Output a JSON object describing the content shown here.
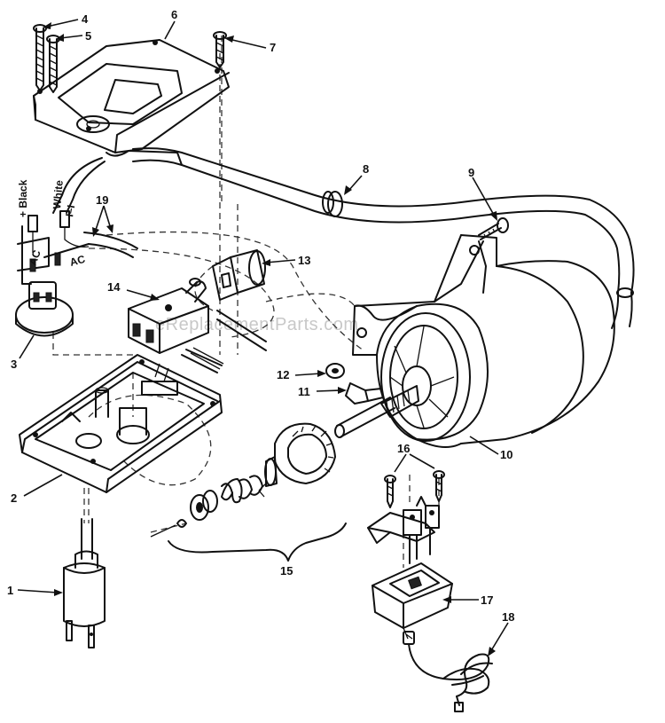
{
  "watermark": "eReplacementParts.com",
  "callouts": [
    {
      "id": "1",
      "label": "1"
    },
    {
      "id": "2",
      "label": "2"
    },
    {
      "id": "3",
      "label": "3"
    },
    {
      "id": "4",
      "label": "4"
    },
    {
      "id": "5",
      "label": "5"
    },
    {
      "id": "6",
      "label": "6"
    },
    {
      "id": "7",
      "label": "7"
    },
    {
      "id": "8",
      "label": "8"
    },
    {
      "id": "9",
      "label": "9"
    },
    {
      "id": "10",
      "label": "10"
    },
    {
      "id": "11",
      "label": "11"
    },
    {
      "id": "12",
      "label": "12"
    },
    {
      "id": "13",
      "label": "13"
    },
    {
      "id": "14",
      "label": "14"
    },
    {
      "id": "15",
      "label": "15"
    },
    {
      "id": "16",
      "label": "16"
    },
    {
      "id": "17",
      "label": "17"
    },
    {
      "id": "18",
      "label": "18"
    },
    {
      "id": "19",
      "label": "19"
    }
  ],
  "wire_labels": {
    "black": "+ Black",
    "white": "White",
    "minus": "I–I",
    "ac_left": "AC",
    "ac_right": "AC"
  }
}
